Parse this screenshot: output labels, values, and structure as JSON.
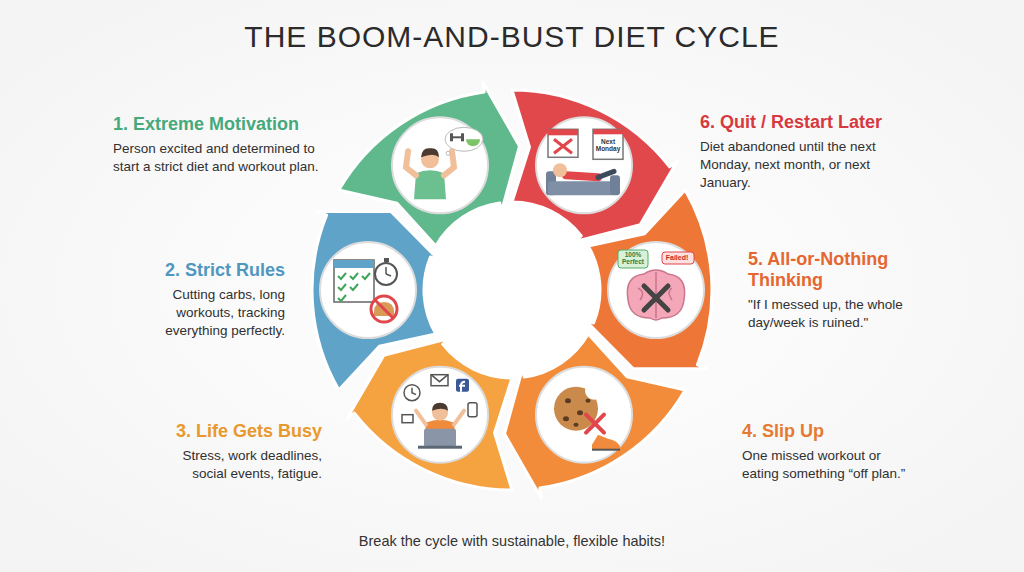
{
  "diagram": {
    "title": "THE BOOM-AND-BUST DIET CYCLE",
    "caption": "Break the cycle with sustainable, flexible habits!",
    "nodes": [
      {
        "text": [
          "1. Extreme Motivation",
          "Person excited and determined to start a strict diet and workout plan."
        ]
      },
      {
        "text": [
          "2. Strict Rules",
          "Cutting carbs, long workouts, tracking everything perfectly."
        ]
      },
      {
        "text": [
          "3. Life Gets Busy",
          "Stress, work deadlines, social events, fatigue."
        ]
      },
      {
        "text": [
          "4. Slip Up",
          "One missed workout or eating something “off plan.”"
        ]
      },
      {
        "text": [
          "5. All-or-Nothing Thinking",
          "\"If I messed up, the whole day/week is ruined.\""
        ]
      },
      {
        "text": [
          "6. Quit / Restart Later",
          "Diet abandoned until the next Monday, next month, or next January."
        ]
      }
    ],
    "labels": [
      "Next Monday",
      "100% Perfect",
      "Failed!"
    ]
  }
}
